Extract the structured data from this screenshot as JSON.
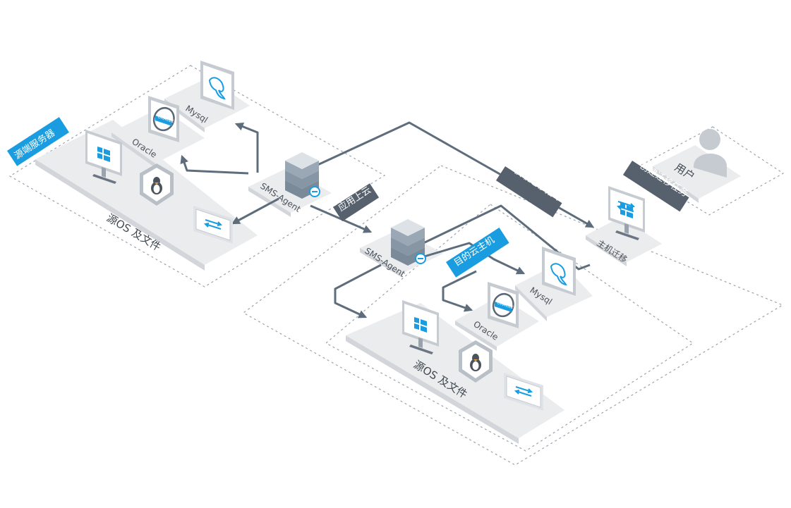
{
  "source": {
    "tag": "源端服务器",
    "os_platform": "源OS 及文件",
    "mysql": "Mysql",
    "oracle": "Oracle",
    "oracle_logo": "ORACLE",
    "agent": "SMS-Agent"
  },
  "target": {
    "tag": "目的云主机",
    "os_platform": "源OS 及文件",
    "mysql": "Mysql",
    "oracle": "Oracle",
    "oracle_logo": "ORACLE",
    "agent": "SMS-Agent"
  },
  "service": {
    "platform": "主机迁移"
  },
  "user": {
    "platform": "用户"
  },
  "flows": {
    "upload": "应用上云",
    "fetch": "获取迁移指令",
    "create": "创建迁移任务"
  },
  "colors": {
    "accent": "#1a9de0",
    "arrow": "#5e6d7c",
    "dark_tag": "#56616d"
  }
}
